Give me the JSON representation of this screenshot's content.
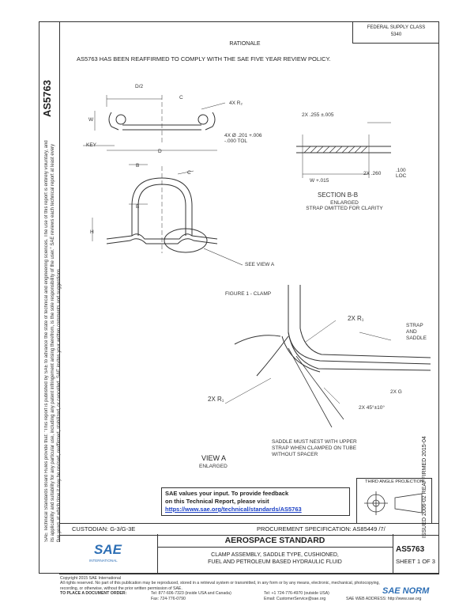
{
  "header": {
    "fed_class": "FEDERAL SUPPLY CLASS\n5340",
    "doc_number": "AS5763"
  },
  "rationale": {
    "title": "RATIONALE",
    "text": "AS5763 HAS BEEN REAFFIRMED TO COMPLY WITH THE SAE FIVE YEAR REVIEW POLICY."
  },
  "side_note": "SAE Technical Standards Board Rules provide that: \"This report is published by SAE to advance the state of technical and engineering sciences. The use of this report is entirely voluntary, and its applicability and suitability for any particular use, including any patent infringement arising therefrom, is the sole responsibility of the user.\" SAE reviews each technical report at least every five years at which time it may be revised, reaffirmed, stabilized, or cancelled. SAE invites your written comments and suggestions.",
  "drawing": {
    "dims": {
      "d2": "D/2",
      "w": "W",
      "key": "KEY",
      "r2": "4X R₂",
      "holes": "4X Ø .201 +.006\n-.000 TOL",
      "d_label": "D",
      "b_top": "B",
      "b_bot": "B",
      "sym_c": "C",
      "h": "H",
      "x255": "2X .255 ±.005",
      "x260": "2X .260",
      "x100": ".100\nLOC",
      "wplus": "W +.015"
    },
    "section_title": "SECTION B-B",
    "section_sub": "ENLARGED\nSTRAP OMITTED FOR CLARITY",
    "see_view": "SEE VIEW A",
    "figure_caption": "FIGURE 1 - CLAMP",
    "view_a": {
      "r1_top": "2X R₁",
      "r1_left": "2X R₁",
      "strap_saddle": "STRAP\nAND\nSADDLE",
      "angle": "2X 45°±10°",
      "g": "2X G",
      "note": "SADDLE MUST NEST WITH UPPER\nSTRAP WHEN CLAMPED ON TUBE\nWITHOUT SPACER",
      "title": "VIEW A",
      "sub": "ENLARGED"
    }
  },
  "issued": "ISSUED 2006-02  REAFFIRMED 2015-04",
  "feedback": {
    "line1": "SAE values your input. To provide feedback",
    "line2": "on this Technical Report, please visit",
    "link": "https://www.sae.org/technical/standards/AS5763"
  },
  "projection": "THIRD ANGLE PROJECTION",
  "custodian": "CUSTODIAN: G-3/G-3E",
  "procurement": "PROCUREMENT SPECIFICATION: AS85449 /7/",
  "titleblock": {
    "sae_logo": "SAE",
    "sae_sub": "INTERNATIONAL",
    "title": "AEROSPACE STANDARD",
    "desc": "CLAMP ASSEMBLY, SADDLE TYPE, CUSHIONED,\nFUEL AND PETROLEUM BASED HYDRAULIC FLUID",
    "doc": "AS5763",
    "sheet": "SHEET 1 OF 3"
  },
  "copyright": {
    "line1": "Copyright 2015 SAE International",
    "line2": "All rights reserved. No part of this publication may be reproduced, stored in a retrieval system or transmitted, in any form or by any means, electronic, mechanical, photocopying,",
    "line3": "recording, or otherwise, without the prior written permission of SAE.",
    "line4a": "TO PLACE A DOCUMENT ORDER:",
    "line4b": "Tel: 877-606-7323 (inside USA and Canada)",
    "line4c": "Tel: +1 724-776-4970 (outside USA)",
    "line5a": "Fax: 724-776-0790",
    "line5b": "Email: CustomerService@sae.org",
    "line5c": "SAE WEB ADDRESS: http://www.sae.org"
  },
  "watermark": "SAE NORM"
}
